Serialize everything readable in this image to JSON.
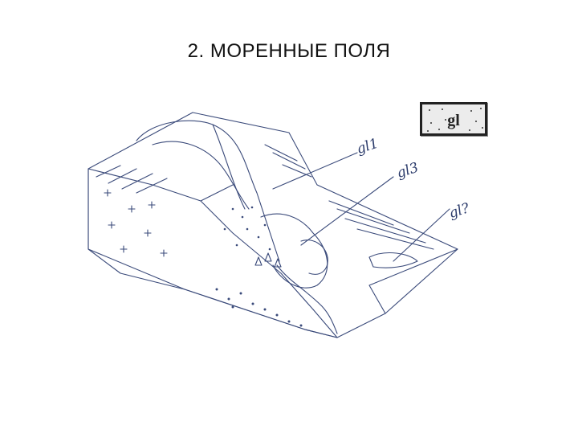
{
  "title": "2. МОРЕННЫЕ ПОЛЯ",
  "legend": {
    "label": "gl"
  },
  "annotations": [
    {
      "id": "gl1",
      "text": "gl1"
    },
    {
      "id": "gl3",
      "text": "gl3"
    },
    {
      "id": "gl?",
      "text": "gl?"
    }
  ],
  "colors": {
    "ink": "#3a4a7a",
    "background": "#ffffff"
  }
}
